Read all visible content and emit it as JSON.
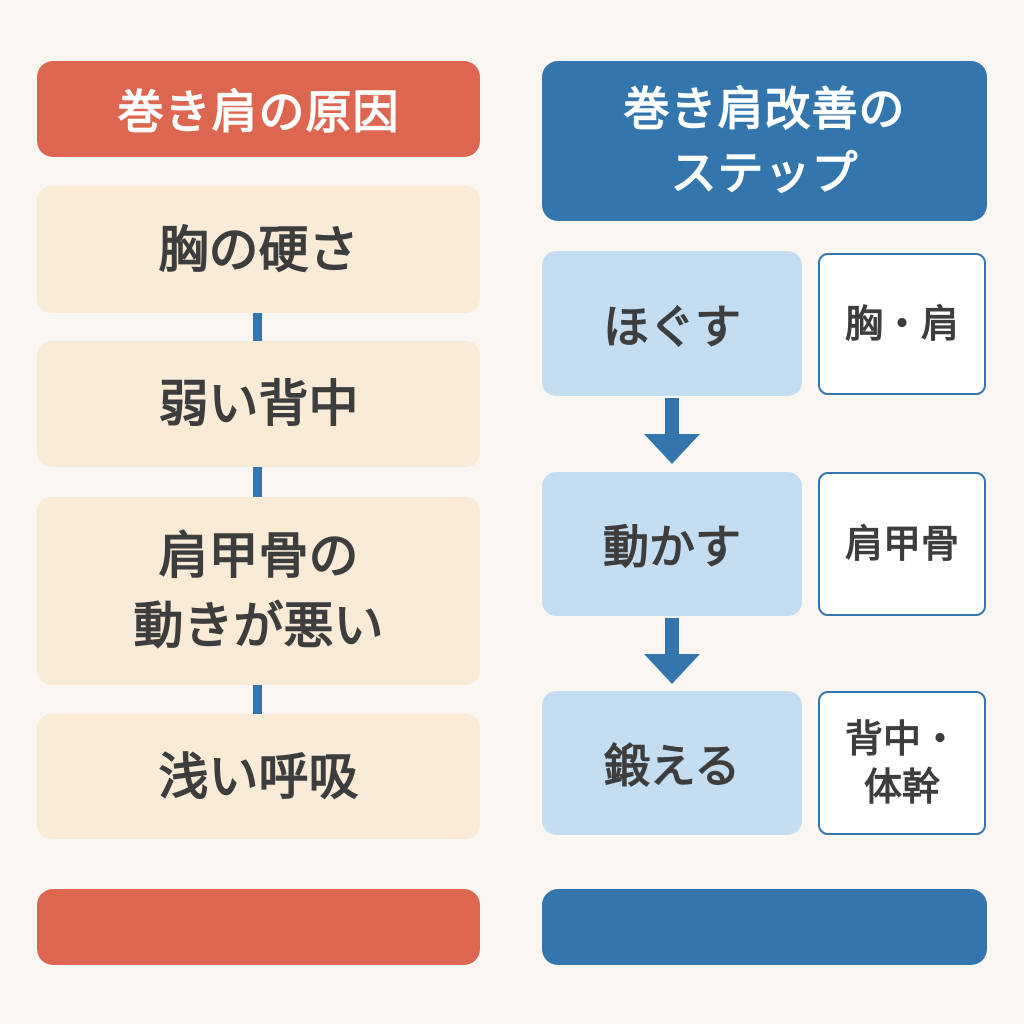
{
  "left": {
    "header": "巻き肩の原因",
    "causes": [
      "胸の硬さ",
      "弱い背中",
      "肩甲骨の\n動きが悪い",
      "浅い呼吸"
    ]
  },
  "right": {
    "header": "巻き肩改善の\nステップ",
    "steps": [
      {
        "action": "ほぐす",
        "target": "胸・肩"
      },
      {
        "action": "動かす",
        "target": "肩甲骨"
      },
      {
        "action": "鍛える",
        "target": "背中・\n体幹"
      }
    ]
  },
  "colors": {
    "left_accent": "#dd6651",
    "right_accent": "#3276ad",
    "cause_bg": "#f9ebd6",
    "step_bg": "#c4ddf0",
    "background": "#faf7f2"
  }
}
